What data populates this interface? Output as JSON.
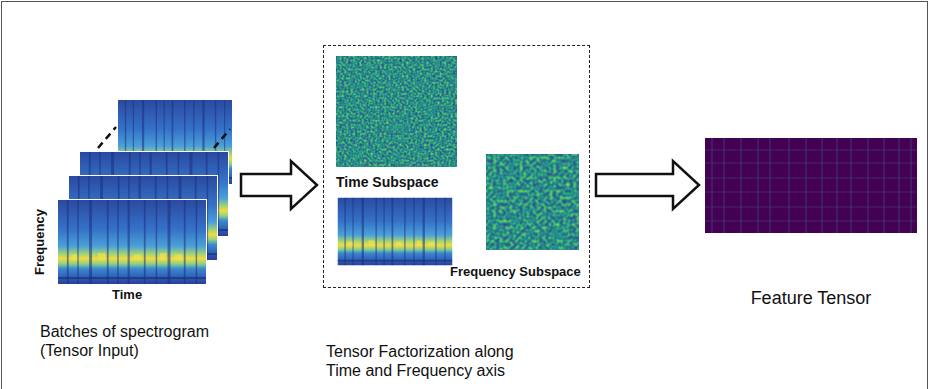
{
  "diagram": {
    "nodes": [
      {
        "text": [
          "Batches of spectrogram (Tensor Input)"
        ]
      },
      {
        "text": [
          "Tensor Factorization along Time and Frequency axis"
        ]
      },
      {
        "text": [
          "Time Subspace"
        ],
        "in": 1
      },
      {
        "text": [
          "Frequency Subspace"
        ],
        "in": 1
      },
      {
        "text": [
          "Feature Tensor"
        ]
      }
    ],
    "edges": [
      {
        "from": 0,
        "to": 1,
        "arrow": "to"
      },
      {
        "from": 1,
        "to": 4,
        "arrow": "to"
      }
    ],
    "labels": [
      "Frequency",
      "Time"
    ]
  }
}
